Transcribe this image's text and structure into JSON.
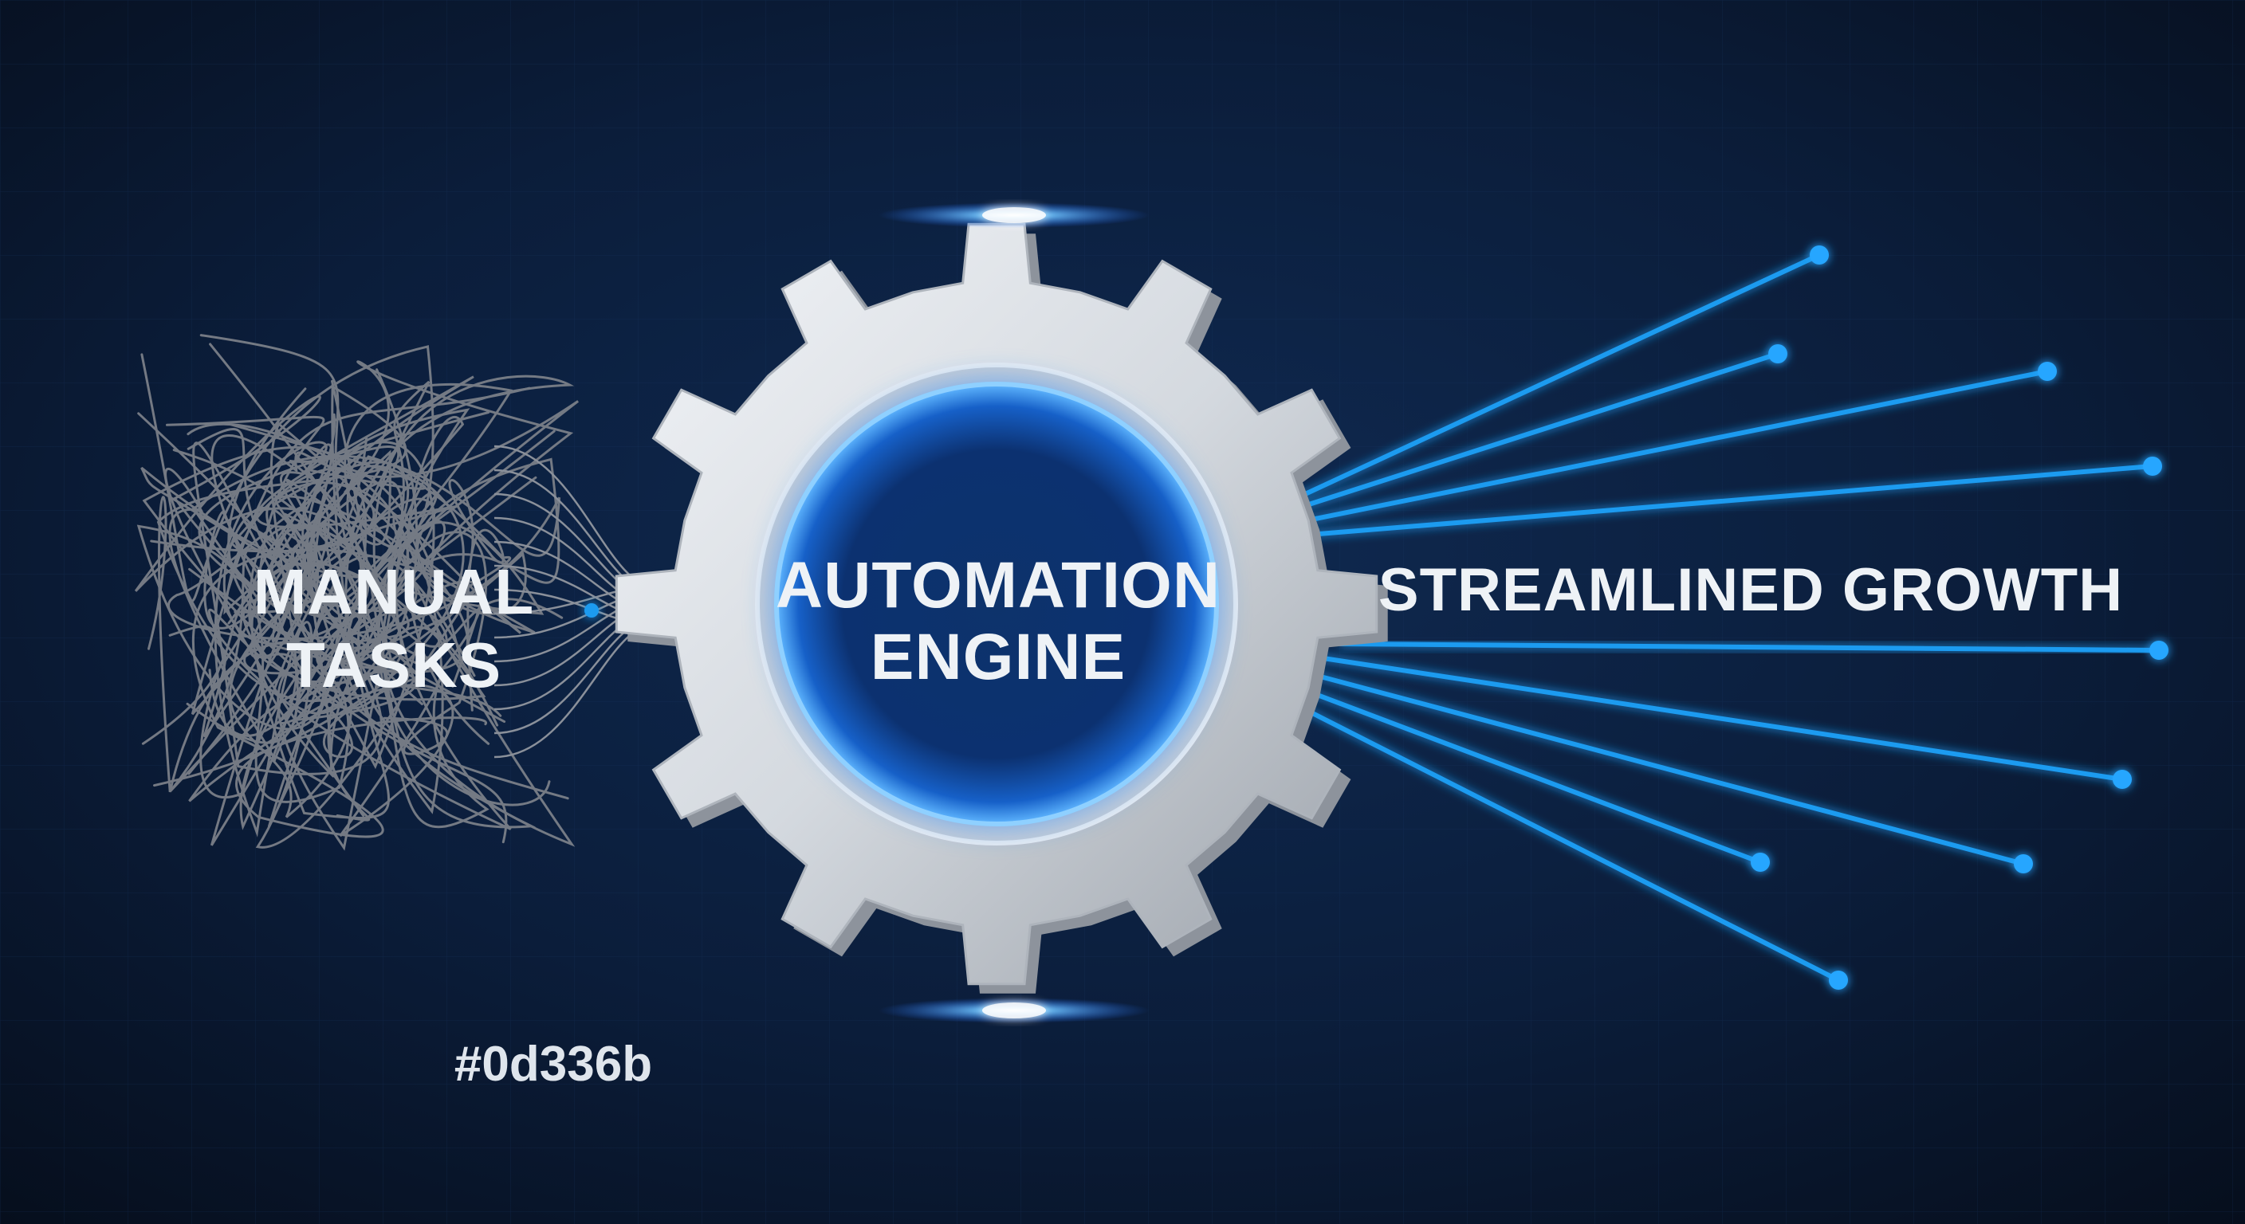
{
  "labels": {
    "manual_line1": "MANUAL",
    "manual_line2": "TASKS",
    "engine_line1": "AUTOMATION",
    "engine_line2": "ENGINE",
    "growth": "STREAMLINED GROWTH",
    "hex_code": "#0d336b"
  },
  "colors": {
    "background_dark": "#07101f",
    "background_mid": "#0d2446",
    "accent_blue": "#1e9bf0",
    "glow_blue": "#2a8cff",
    "gear_light": "#e3e7ec",
    "gear_shadow": "#8d939c",
    "core_blue": "#0d336b",
    "tangle_gray": "#7a7f88",
    "text_white": "#eef2f6"
  },
  "icons": {
    "gear": "gear-icon",
    "tangle": "tangled-lines-icon",
    "rays": "radiating-lines-icon"
  }
}
